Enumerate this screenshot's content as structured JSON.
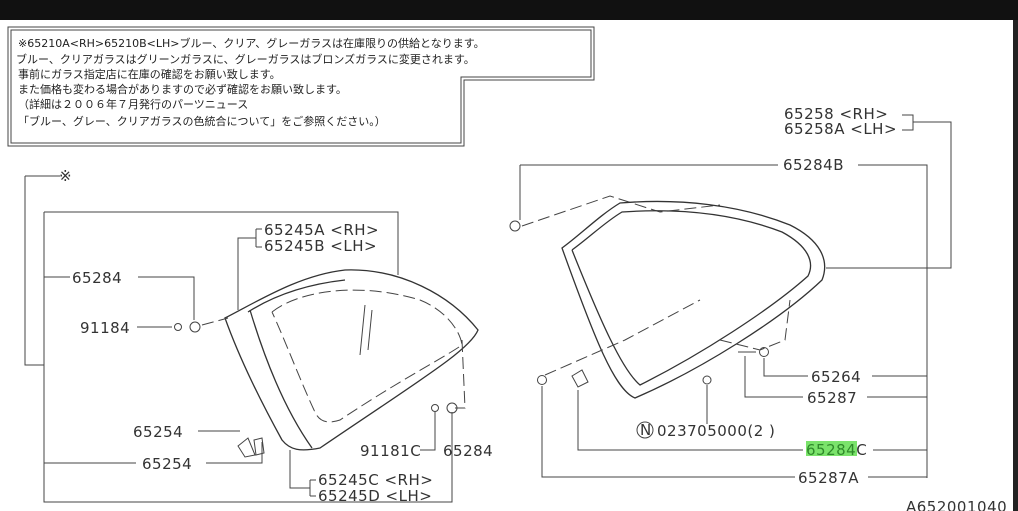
{
  "note": {
    "lines": [
      "※65210A<RH>65210B<LH>ブルー、クリア、グレーガラスは在庫限りの供給となります。",
      "ブルー、クリアガラスはグリーンガラスに、グレーガラスはブロンズガラスに変更されます。",
      "事前にガラス指定店に在庫の確認をお願い致します。",
      "また価格も変わる場合がありますので必ず確認をお願い致します。",
      "（詳細は２００６年７月発行のパーツニュース",
      "「ブルー、グレー、クリアガラスの色統合について」をご参照ください。）"
    ]
  },
  "left": {
    "star": "※",
    "p65284": "65284",
    "p91184": "91184",
    "p65245A": "65245A <RH>",
    "p65245B": "65245B <LH>",
    "p65254a": "65254",
    "p65254b": "65254",
    "p91181C": "91181C",
    "p65284b": "65284",
    "p65245C": "65245C <RH>",
    "p65245D": "65245D <LH>"
  },
  "right": {
    "p65258": "65258  <RH>",
    "p65258A": "65258A <LH>",
    "p65284B": "65284B",
    "p65264": "65264",
    "p65287": "65287",
    "n_mark": "N",
    "p023705000": "023705000(2  )",
    "p65284C_hl": "65284",
    "p65284C_suffix": "C",
    "p65287A": "65287A"
  },
  "diagram_id": "A652001040",
  "colors": {
    "highlight": "#7be36b"
  }
}
